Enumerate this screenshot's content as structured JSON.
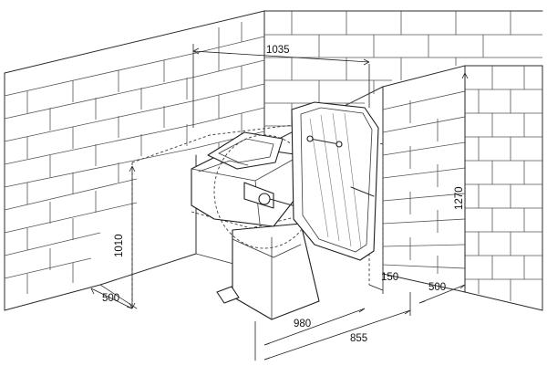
{
  "dimensions": {
    "total_width": "1035",
    "height_front": "1010",
    "height_side": "1270",
    "wall_clearance_left": "500",
    "wall_clearance_right": "500",
    "clearance_small": "150",
    "depth_base": "980",
    "depth_side": "855"
  },
  "colors": {
    "line": "#2b2b2b",
    "background": "#ffffff"
  }
}
